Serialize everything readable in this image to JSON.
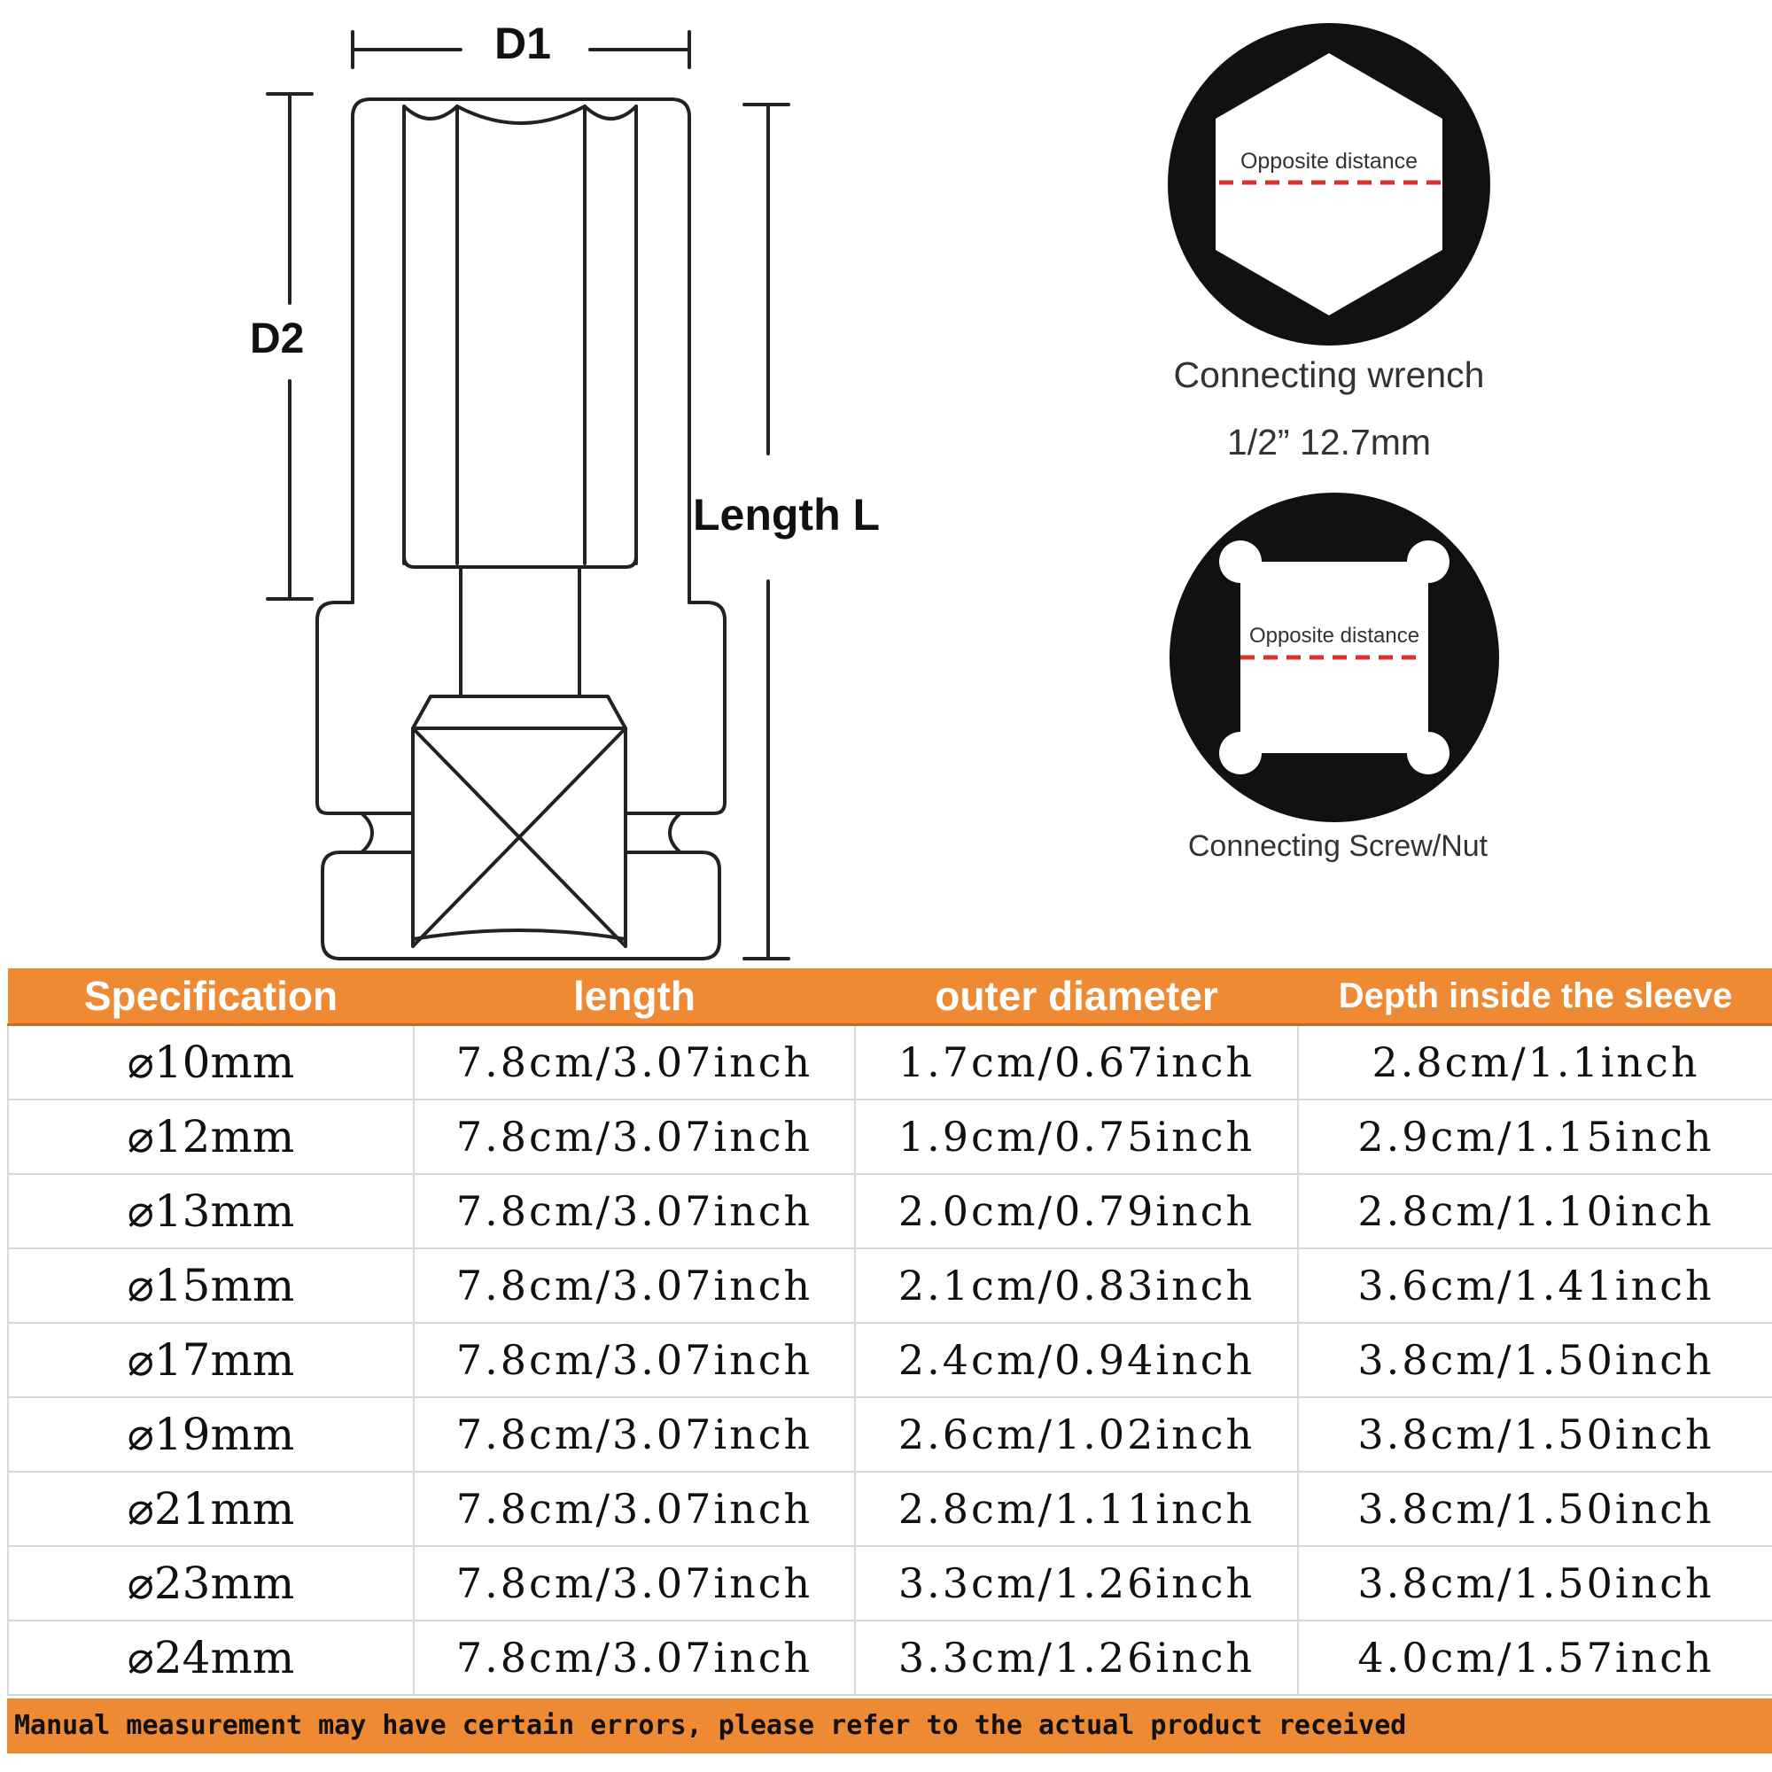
{
  "diagram": {
    "d1_label": "D1",
    "d2_label": "D2",
    "length_label": "Length L"
  },
  "hex_view": {
    "inner_text": "Opposite distance",
    "caption": "Connecting wrench",
    "size": "1/2” 12.7mm"
  },
  "square_view": {
    "inner_text": "Opposite distance",
    "caption": "Connecting Screw/Nut"
  },
  "table": {
    "headers": [
      "Specification",
      "length",
      "outer diameter",
      "Depth inside the sleeve"
    ],
    "rows": [
      [
        "⌀10mm",
        "7.8cm/3.07inch",
        "1.7cm/0.67inch",
        "2.8cm/1.1inch"
      ],
      [
        "⌀12mm",
        "7.8cm/3.07inch",
        "1.9cm/0.75inch",
        "2.9cm/1.15inch"
      ],
      [
        "⌀13mm",
        "7.8cm/3.07inch",
        "2.0cm/0.79inch",
        "2.8cm/1.10inch"
      ],
      [
        "⌀15mm",
        "7.8cm/3.07inch",
        "2.1cm/0.83inch",
        "3.6cm/1.41inch"
      ],
      [
        "⌀17mm",
        "7.8cm/3.07inch",
        "2.4cm/0.94inch",
        "3.8cm/1.50inch"
      ],
      [
        "⌀19mm",
        "7.8cm/3.07inch",
        "2.6cm/1.02inch",
        "3.8cm/1.50inch"
      ],
      [
        "⌀21mm",
        "7.8cm/3.07inch",
        "2.8cm/1.11inch",
        "3.8cm/1.50inch"
      ],
      [
        "⌀23mm",
        "7.8cm/3.07inch",
        "3.3cm/1.26inch",
        "3.8cm/1.50inch"
      ],
      [
        "⌀24mm",
        "7.8cm/3.07inch",
        "3.3cm/1.26inch",
        "4.0cm/1.57inch"
      ]
    ]
  },
  "footer": {
    "note": "Manual measurement may have certain errors, please refer to the actual product received"
  },
  "colors": {
    "accent": "#ef8a34",
    "dashed_line": "#d9342b",
    "icon_fill": "#111111"
  }
}
